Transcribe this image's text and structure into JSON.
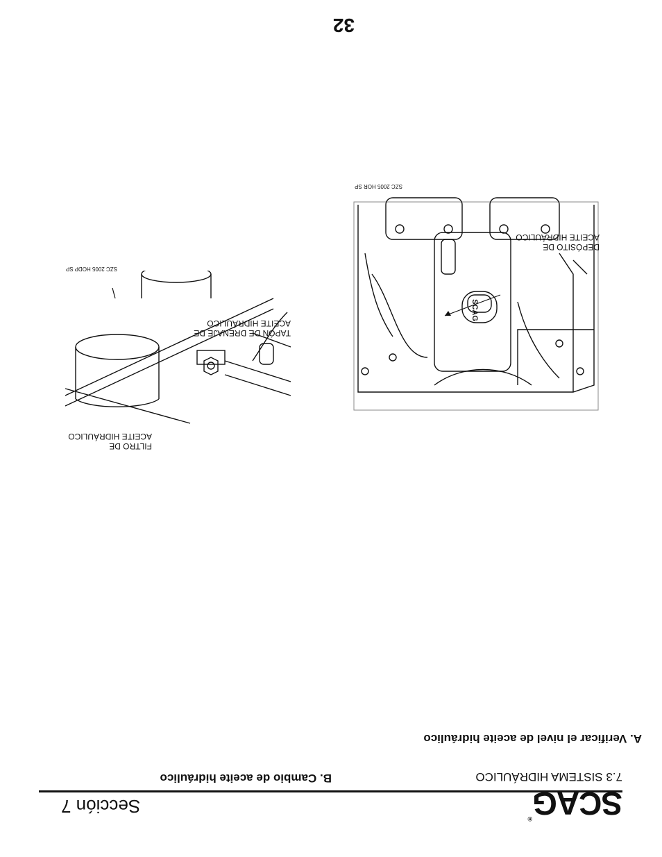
{
  "header": {
    "brand": "SCAG",
    "section_label": "Sección 7"
  },
  "content": {
    "heading": "7.3 SISTEMA HIDRÁULICO",
    "subsection_a": "A. Verificar el nivel de aceite hidráulico",
    "subsection_b": "B. Cambio de aceite hidráulico"
  },
  "figures": {
    "reservoir": {
      "callout_line1": "DEPÓSITO DE",
      "callout_line2": "ACEITE HIDRÁULICO",
      "cap_logo": "SCAG",
      "code": "SZC 2005 HOR SP"
    },
    "filter": {
      "filter_line1": "FILTRO DE",
      "filter_line2": "ACEITE HIDRÁULICO",
      "plug_line1": "TAPÓN DE DRENAJE DE",
      "plug_line2": "ACEITE HIDRÁULICO",
      "code": "SZC 2005 HODP SP"
    }
  },
  "footer": {
    "page_number": "32"
  }
}
